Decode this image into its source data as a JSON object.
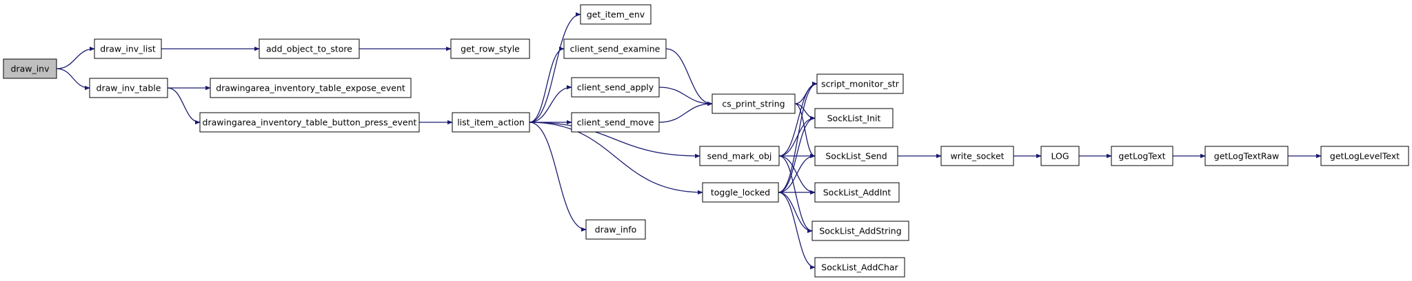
{
  "colors": {
    "edge": "#191970",
    "node_fill": "#ffffff",
    "node_highlight_fill": "#bfbfbf",
    "node_border": "#000000"
  },
  "nodes": [
    {
      "id": "draw_inv",
      "label": "draw_inv",
      "highlight": true
    },
    {
      "id": "draw_inv_list",
      "label": "draw_inv_list"
    },
    {
      "id": "draw_inv_table",
      "label": "draw_inv_table"
    },
    {
      "id": "add_object_to_store",
      "label": "add_object_to_store"
    },
    {
      "id": "get_row_style",
      "label": "get_row_style"
    },
    {
      "id": "expose_event",
      "label": "drawingarea_inventory_table_expose_event"
    },
    {
      "id": "button_press_event",
      "label": "drawingarea_inventory_table_button_press_event"
    },
    {
      "id": "list_item_action",
      "label": "list_item_action"
    },
    {
      "id": "get_item_env",
      "label": "get_item_env"
    },
    {
      "id": "client_send_examine",
      "label": "client_send_examine"
    },
    {
      "id": "client_send_apply",
      "label": "client_send_apply"
    },
    {
      "id": "client_send_move",
      "label": "client_send_move"
    },
    {
      "id": "send_mark_obj",
      "label": "send_mark_obj"
    },
    {
      "id": "toggle_locked",
      "label": "toggle_locked"
    },
    {
      "id": "draw_info",
      "label": "draw_info"
    },
    {
      "id": "cs_print_string",
      "label": "cs_print_string"
    },
    {
      "id": "script_monitor_str",
      "label": "script_monitor_str"
    },
    {
      "id": "SockList_Init",
      "label": "SockList_Init"
    },
    {
      "id": "SockList_Send",
      "label": "SockList_Send"
    },
    {
      "id": "SockList_AddInt",
      "label": "SockList_AddInt"
    },
    {
      "id": "SockList_AddString",
      "label": "SockList_AddString"
    },
    {
      "id": "SockList_AddChar",
      "label": "SockList_AddChar"
    },
    {
      "id": "write_socket",
      "label": "write_socket"
    },
    {
      "id": "LOG",
      "label": "LOG"
    },
    {
      "id": "getLogText",
      "label": "getLogText"
    },
    {
      "id": "getLogTextRaw",
      "label": "getLogTextRaw"
    },
    {
      "id": "getLogLevelText",
      "label": "getLogLevelText"
    }
  ],
  "edges": [
    {
      "from": "draw_inv",
      "to": "draw_inv_list"
    },
    {
      "from": "draw_inv",
      "to": "draw_inv_table"
    },
    {
      "from": "draw_inv_list",
      "to": "add_object_to_store"
    },
    {
      "from": "add_object_to_store",
      "to": "get_row_style"
    },
    {
      "from": "draw_inv_table",
      "to": "expose_event"
    },
    {
      "from": "draw_inv_table",
      "to": "button_press_event"
    },
    {
      "from": "button_press_event",
      "to": "list_item_action"
    },
    {
      "from": "list_item_action",
      "to": "get_item_env"
    },
    {
      "from": "list_item_action",
      "to": "client_send_examine"
    },
    {
      "from": "list_item_action",
      "to": "client_send_apply"
    },
    {
      "from": "list_item_action",
      "to": "client_send_move"
    },
    {
      "from": "list_item_action",
      "to": "send_mark_obj"
    },
    {
      "from": "list_item_action",
      "to": "toggle_locked"
    },
    {
      "from": "list_item_action",
      "to": "draw_info"
    },
    {
      "from": "client_send_examine",
      "to": "cs_print_string"
    },
    {
      "from": "client_send_apply",
      "to": "cs_print_string"
    },
    {
      "from": "client_send_move",
      "to": "cs_print_string"
    },
    {
      "from": "cs_print_string",
      "to": "script_monitor_str"
    },
    {
      "from": "cs_print_string",
      "to": "SockList_Init"
    },
    {
      "from": "cs_print_string",
      "to": "SockList_Send"
    },
    {
      "from": "send_mark_obj",
      "to": "script_monitor_str"
    },
    {
      "from": "send_mark_obj",
      "to": "SockList_Init"
    },
    {
      "from": "send_mark_obj",
      "to": "SockList_Send"
    },
    {
      "from": "send_mark_obj",
      "to": "SockList_AddInt"
    },
    {
      "from": "send_mark_obj",
      "to": "SockList_AddString"
    },
    {
      "from": "toggle_locked",
      "to": "script_monitor_str"
    },
    {
      "from": "toggle_locked",
      "to": "SockList_Init"
    },
    {
      "from": "toggle_locked",
      "to": "SockList_Send"
    },
    {
      "from": "toggle_locked",
      "to": "SockList_AddInt"
    },
    {
      "from": "toggle_locked",
      "to": "SockList_AddString"
    },
    {
      "from": "toggle_locked",
      "to": "SockList_AddChar"
    },
    {
      "from": "SockList_Send",
      "to": "write_socket"
    },
    {
      "from": "write_socket",
      "to": "LOG"
    },
    {
      "from": "LOG",
      "to": "getLogText"
    },
    {
      "from": "getLogText",
      "to": "getLogTextRaw"
    },
    {
      "from": "getLogTextRaw",
      "to": "getLogLevelText"
    }
  ]
}
